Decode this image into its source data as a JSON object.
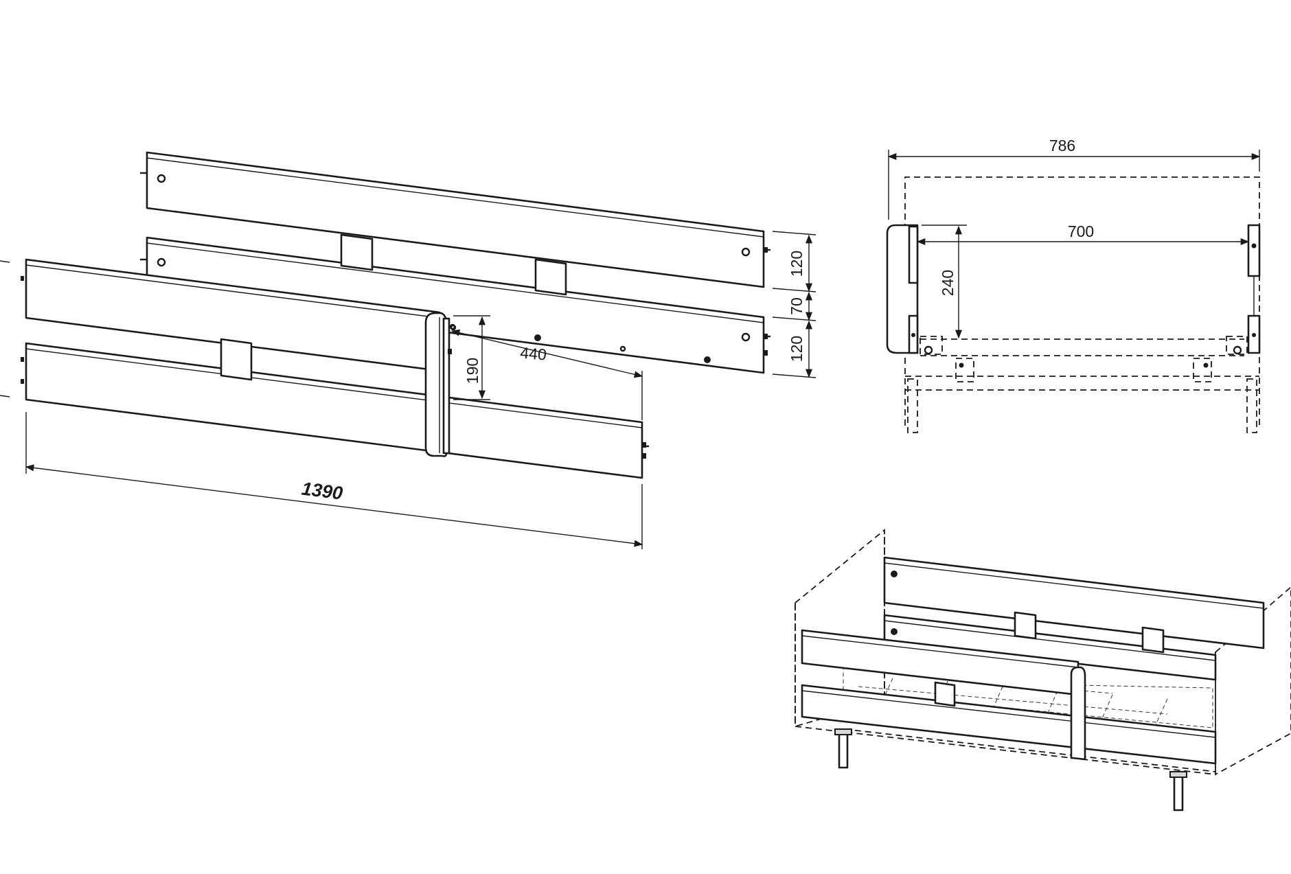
{
  "dimensions": {
    "panel_height_top": "120",
    "panel_gap": "70",
    "panel_height_bottom": "120",
    "side_length": "1390",
    "post_offset": "440",
    "post_height": "190",
    "bed_width": "786",
    "inner_width": "700",
    "rail_height": "240"
  }
}
